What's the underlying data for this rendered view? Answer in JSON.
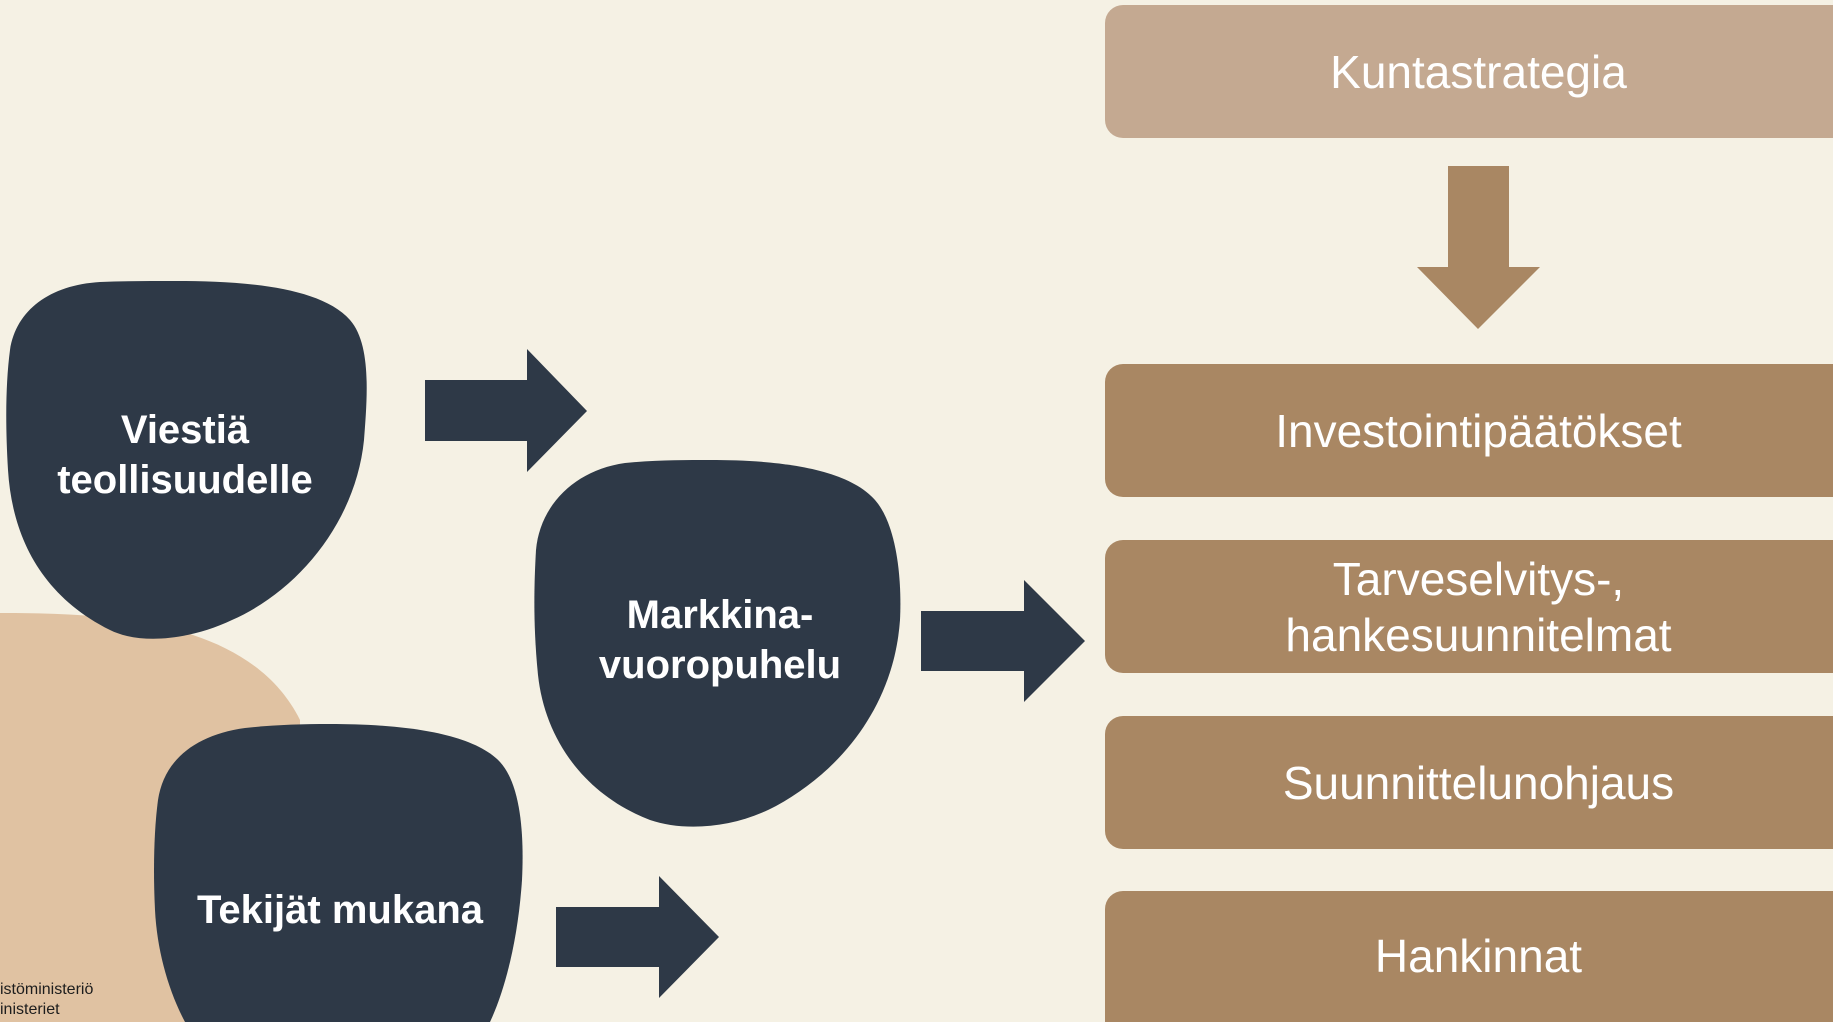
{
  "diagram": {
    "left_nodes": [
      {
        "label": "Viestiä\nteollisuudelle"
      },
      {
        "label": "Markkina-\nvuoropuhelu"
      },
      {
        "label": "Tekijät mukana"
      }
    ],
    "right_boxes": [
      {
        "label": "Kuntastrategia"
      },
      {
        "label": "Investointipäätökset"
      },
      {
        "label": "Tarveselvitys-,\nhankesuunnitelmat"
      },
      {
        "label": "Suunnittelunohjaus"
      },
      {
        "label": "Hankinnat"
      }
    ]
  },
  "footer": {
    "logo_text": "istöministeriö\ninisteriet\n of the Environment"
  },
  "colors": {
    "background": "#f5f1e4",
    "dark_node": "#2e3947",
    "box_top": "#c4a991",
    "box": "#a98763",
    "arrow_down": "#a98763",
    "peach_blob": "#e0c2a2"
  }
}
